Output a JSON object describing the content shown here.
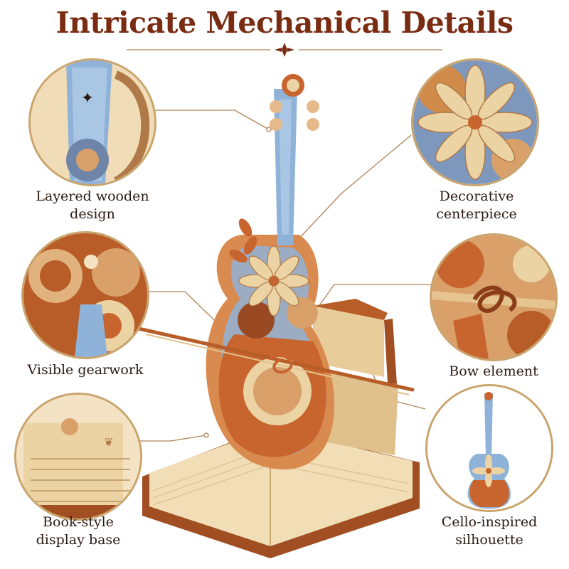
{
  "title": "Intricate Mechanical Details",
  "features": [
    {
      "line1": "Layered wooden",
      "line2": "design"
    },
    {
      "line1": "Decorative",
      "line2": "centerpiece"
    },
    {
      "line1": "Visible gearwork",
      "line2": ""
    },
    {
      "line1": "Bow element",
      "line2": ""
    },
    {
      "line1": "Book-style",
      "line2": "display base"
    },
    {
      "line1": "Cello-inspired",
      "line2": "silhouette"
    }
  ],
  "colors": {
    "title": "#7a2c12",
    "ring": "#c9a46c",
    "wood_light": "#ecd3a4",
    "wood_mid": "#d9a06a",
    "wood_orange": "#c8642e",
    "wood_dark": "#9a4a22",
    "blue": "#8fb2d8"
  }
}
